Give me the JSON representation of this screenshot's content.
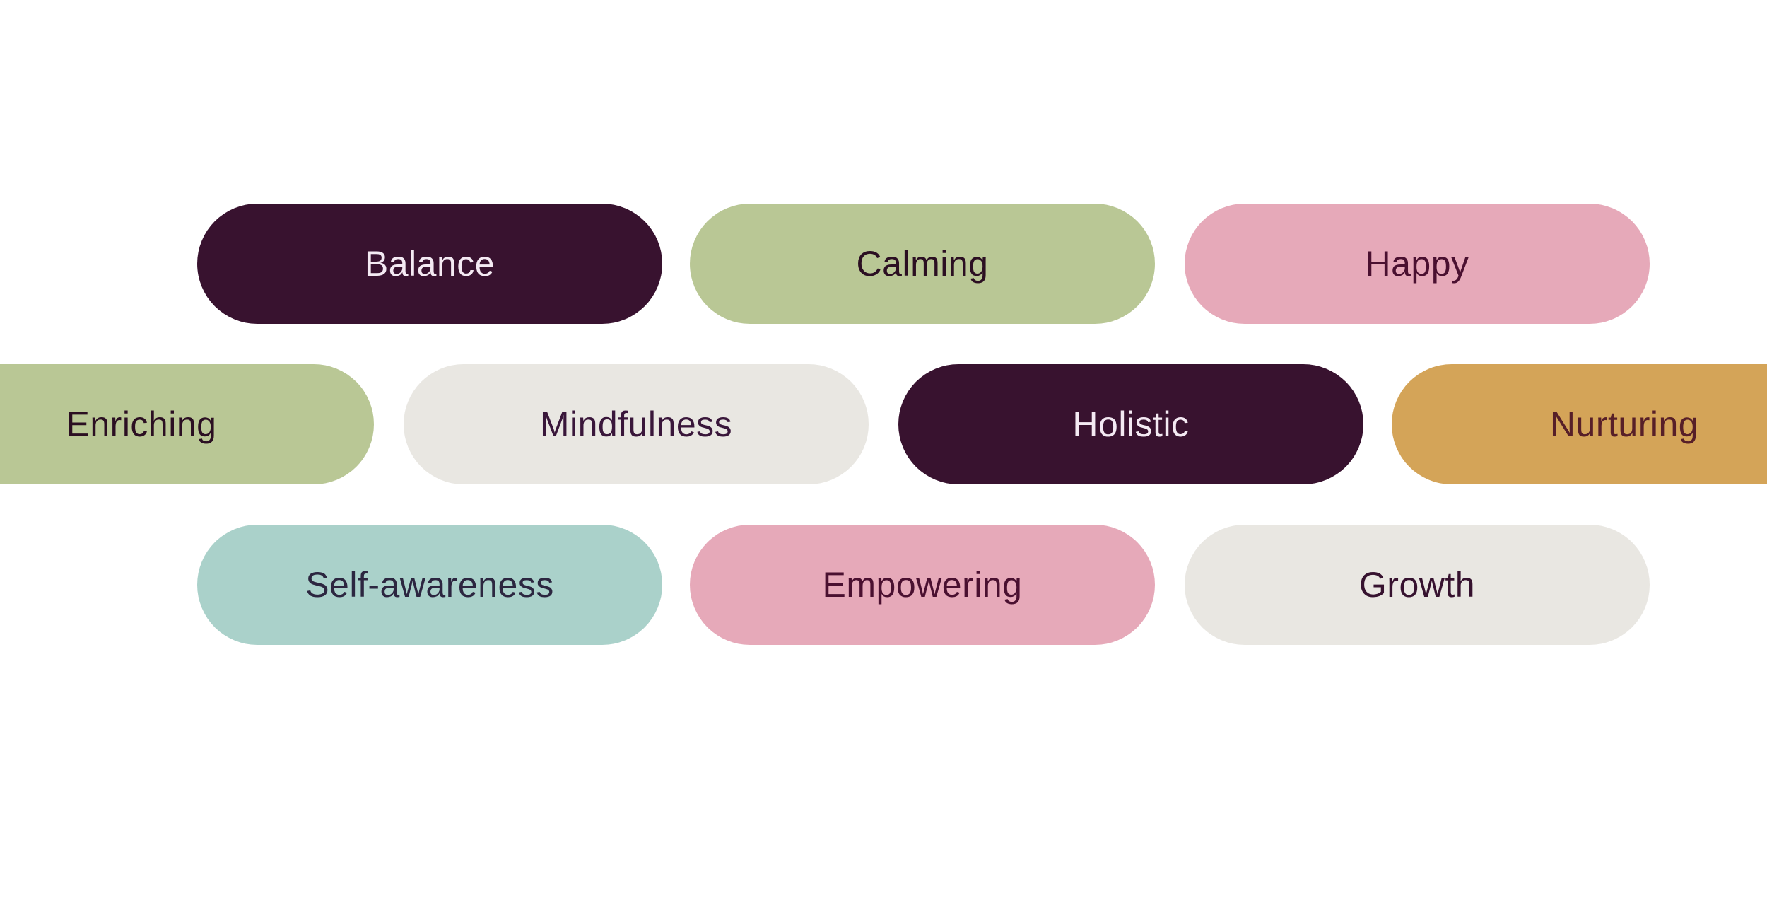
{
  "page": {
    "background": "#ffffff"
  },
  "palette": {
    "dark_plum": "#38122f",
    "sage_green": "#b9c795",
    "pink": "#e6a9b9",
    "warm_gray": "#e9e7e2",
    "mustard": "#d4a458",
    "teal": "#aad1ca",
    "light_text": "#f4eaf3",
    "dark_text": "#2b0f22"
  },
  "tags": {
    "rows": [
      {
        "items": [
          {
            "label": "Balance",
            "bg": "#38122f",
            "text_color": "#f4eaf3"
          },
          {
            "label": "Calming",
            "bg": "#b9c795",
            "text_color": "#2b0f22"
          },
          {
            "label": "Happy",
            "bg": "#e6a9b9",
            "text_color": "#4a1030"
          }
        ]
      },
      {
        "items": [
          {
            "label": "Enriching",
            "bg": "#b9c795",
            "text_color": "#2b0f22"
          },
          {
            "label": "Mindfulness",
            "bg": "#e9e7e2",
            "text_color": "#39163a"
          },
          {
            "label": "Holistic",
            "bg": "#38122f",
            "text_color": "#f4eaf3"
          },
          {
            "label": "Nurturing",
            "bg": "#d4a458",
            "text_color": "#571f28"
          }
        ]
      },
      {
        "items": [
          {
            "label": "Self-awareness",
            "bg": "#aad1ca",
            "text_color": "#2c2640"
          },
          {
            "label": "Empowering",
            "bg": "#e6a9b9",
            "text_color": "#4a1030"
          },
          {
            "label": "Growth",
            "bg": "#e9e7e2",
            "text_color": "#36122f"
          }
        ]
      }
    ]
  }
}
